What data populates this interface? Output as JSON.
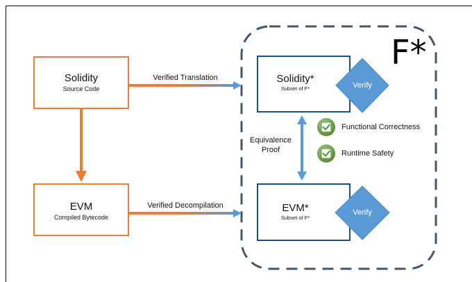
{
  "colors": {
    "orange": "#ED7D31",
    "blue_box": "#1F4E79",
    "arrow_blue": "#5B9BD5",
    "diamond": "#5B9BD5",
    "dash": "#44546A",
    "check_green": "#70AD47",
    "frame": "#000000"
  },
  "nodes": {
    "solidity": {
      "title": "Solidity",
      "subtitle": "Source Code"
    },
    "evm": {
      "title": "EVM",
      "subtitle": "Compiled Bytecode"
    },
    "solidity_star": {
      "title": "Solidity*",
      "subtitle": "Subset of F*"
    },
    "evm_star": {
      "title": "EVM*",
      "subtitle": "Subset of F*"
    },
    "verify_top": {
      "label": "Verify"
    },
    "verify_bottom": {
      "label": "Verify"
    }
  },
  "region": {
    "label": "F*"
  },
  "edges": {
    "translation": "Verified Translation",
    "decompilation": "Verified Decompilation",
    "equivalence_line1": "Equivalence",
    "equivalence_line2": "Proof"
  },
  "checks": [
    {
      "label": "Functional Correctness",
      "icon": "check-icon"
    },
    {
      "label": "Runtime Safety",
      "icon": "check-icon"
    }
  ]
}
